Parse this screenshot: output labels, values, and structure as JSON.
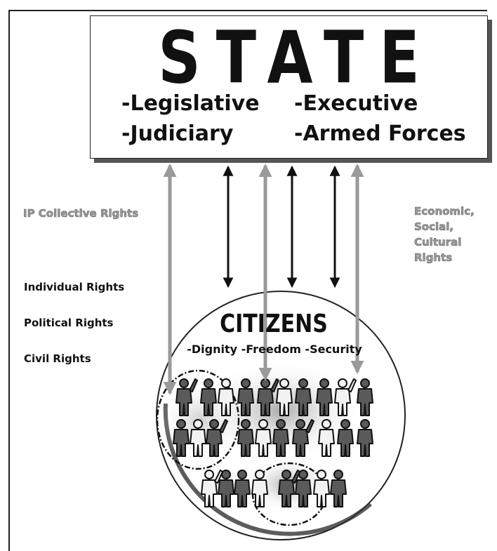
{
  "state": {
    "title": "STATE",
    "branches": [
      "-Legislative",
      "-Executive",
      "-Judiciary",
      "-Armed Forces"
    ]
  },
  "citizens": {
    "title": "CITIZENS",
    "values": "-Dignity -Freedom -Security"
  },
  "labels": {
    "ip_collective_rights": "IP Collective Rights",
    "economic_social_cultural_rights": "Economic,\nSocial,\nCultural\nRights",
    "individual_rights": "Individual Rights",
    "political_rights": "Political Rights",
    "civil_rights": "Civil Rights"
  },
  "colors": {
    "black_arrow": "#111111",
    "grey_arrow": "#9a9a9a",
    "text": "#111111"
  }
}
